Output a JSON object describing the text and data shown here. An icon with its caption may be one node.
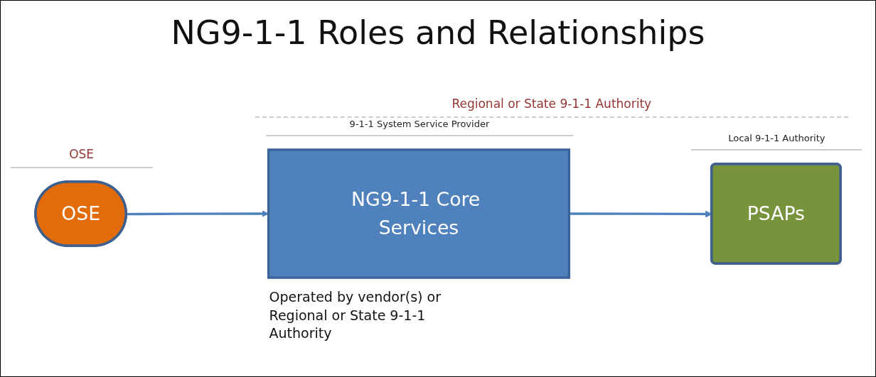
{
  "diagram": {
    "title": "NG9-1-1 Roles and Relationships",
    "nodes": [
      {
        "text": [
          "OSE"
        ],
        "beside": [
          "OSE"
        ]
      },
      {
        "text": [
          "NG9-1-1 Core Services"
        ],
        "beside": [
          "9-1-1 System Service Provider",
          "Operated by vendor(s) or Regional or State 9-1-1 Authority"
        ]
      },
      {
        "text": [
          "PSAPs"
        ],
        "beside": [
          "Local 9-1-1 Authority"
        ]
      }
    ],
    "edges": [
      {
        "from": 0,
        "to": 1,
        "arrow": "to"
      },
      {
        "from": 1,
        "to": 2,
        "arrow": "to"
      }
    ],
    "labels": [
      "Regional or State 9-1-1 Authority"
    ]
  }
}
